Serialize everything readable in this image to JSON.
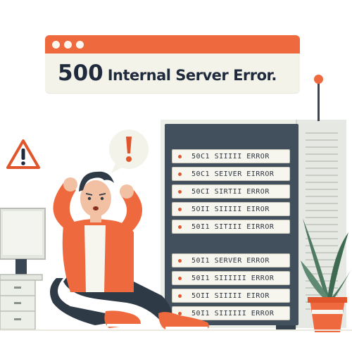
{
  "banner": {
    "error_code": "500",
    "error_message": "Internal Server Error."
  },
  "server_units": [
    "50C1  SIIIII  ERROR",
    "50C1  SEIVER  EIRROR",
    "50CI  SIRTII  ERROR",
    "5OII  SIIIII  EIROR",
    "50I1  SITIII  EIRROR",
    "50I1  SERVER  ERROR",
    "50I1  SIIIIII  ERROR",
    "5OII  SIIIII  EIROR",
    "50I1  SIIIIII  ERROR"
  ],
  "icons": {
    "warning": "warning-triangle-icon",
    "alert": "exclamation-icon"
  },
  "colors": {
    "accent": "#ee6a3e",
    "dark": "#1f2b3c",
    "rack": "#42505e",
    "plant": "#4f7a62"
  }
}
